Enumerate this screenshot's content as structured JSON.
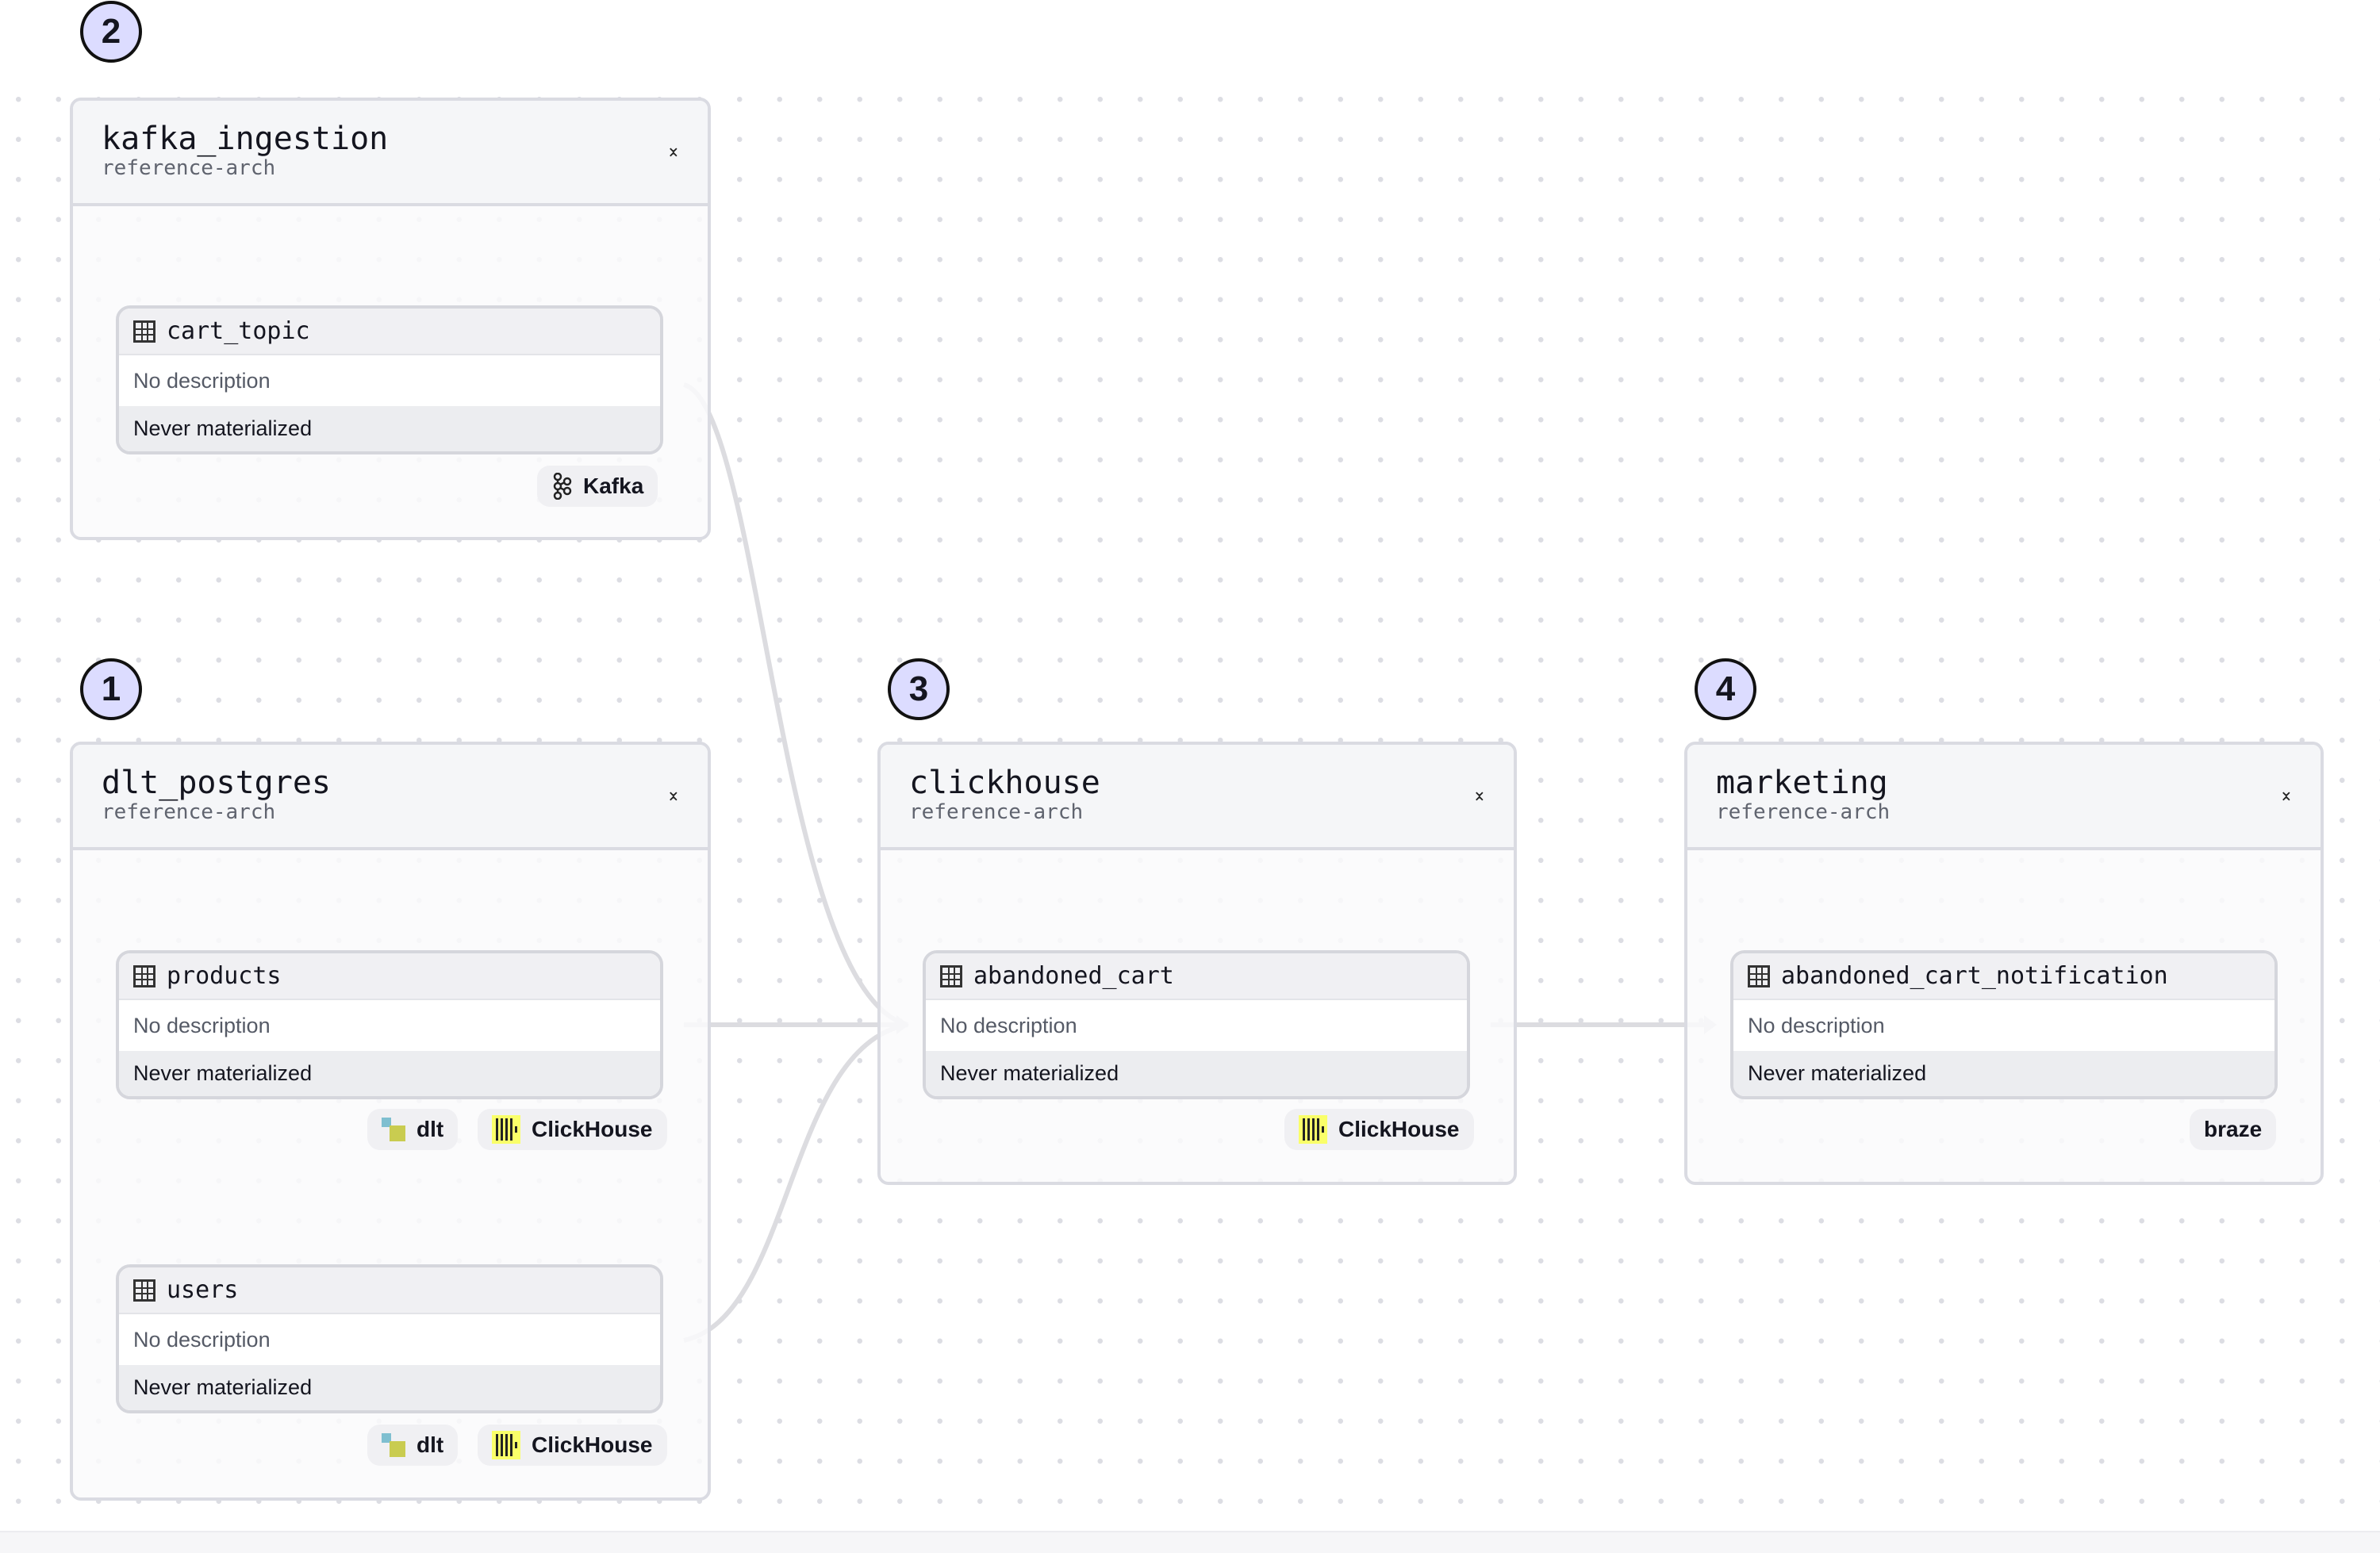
{
  "groups": [
    {
      "step": "2",
      "title": "kafka_ingestion",
      "subtitle": "reference-arch",
      "assets": [
        {
          "name": "cart_topic",
          "description": "No description",
          "status": "Never materialized",
          "tags": [
            "Kafka"
          ]
        }
      ]
    },
    {
      "step": "1",
      "title": "dlt_postgres",
      "subtitle": "reference-arch",
      "assets": [
        {
          "name": "products",
          "description": "No description",
          "status": "Never materialized",
          "tags": [
            "dlt",
            "ClickHouse"
          ]
        },
        {
          "name": "users",
          "description": "No description",
          "status": "Never materialized",
          "tags": [
            "dlt",
            "ClickHouse"
          ]
        }
      ]
    },
    {
      "step": "3",
      "title": "clickhouse",
      "subtitle": "reference-arch",
      "assets": [
        {
          "name": "abandoned_cart",
          "description": "No description",
          "status": "Never materialized",
          "tags": [
            "ClickHouse"
          ]
        }
      ]
    },
    {
      "step": "4",
      "title": "marketing",
      "subtitle": "reference-arch",
      "assets": [
        {
          "name": "abandoned_cart_notification",
          "description": "No description",
          "status": "Never materialized",
          "tags": [
            "braze"
          ]
        }
      ]
    }
  ],
  "edges": [
    [
      "cart_topic",
      "abandoned_cart"
    ],
    [
      "products",
      "abandoned_cart"
    ],
    [
      "users",
      "abandoned_cart"
    ],
    [
      "abandoned_cart",
      "abandoned_cart_notification"
    ]
  ],
  "colors": {
    "step_badge": "#dcdcff",
    "clickhouse": "#faff69",
    "dlt_teal": "#7fbfd0",
    "dlt_olive": "#c9cc50",
    "edge": "#dcdce0"
  }
}
